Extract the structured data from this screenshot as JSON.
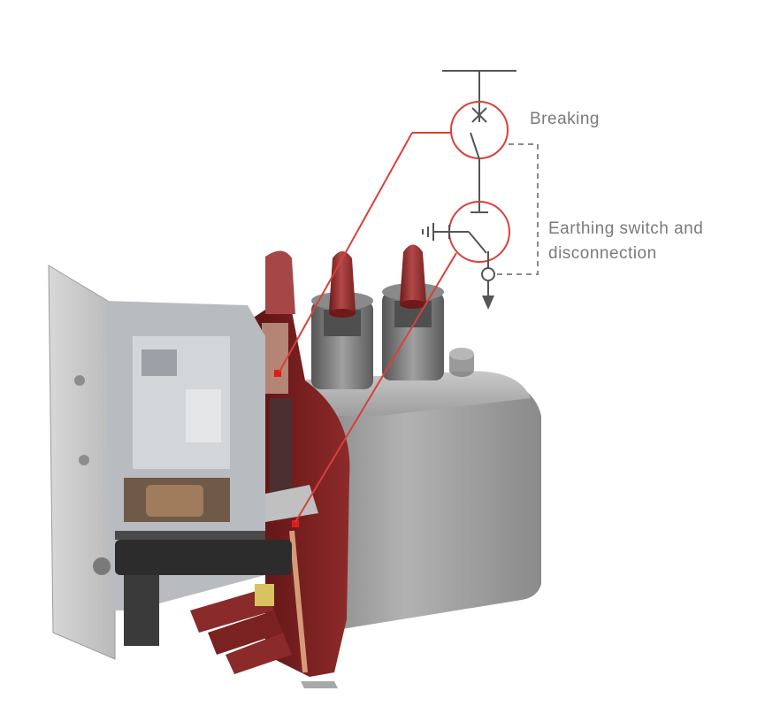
{
  "labels": {
    "breaking": "Breaking",
    "earthing_line1": "Earthing switch and",
    "earthing_line2": "disconnection"
  },
  "colors": {
    "callout_red": "#d9403a",
    "symbol_gray": "#555555",
    "dashed_gray": "#8a8a8a",
    "housing_gray": "#9a9a9a",
    "cutaway_red": "#7a1e1e",
    "bushing_red": "#8b2a2a",
    "contact_red": "#e01b1b"
  },
  "icons": [
    "circuit-breaker-symbol",
    "earthing-switch-symbol",
    "ground-symbol",
    "arrow-down-icon"
  ]
}
